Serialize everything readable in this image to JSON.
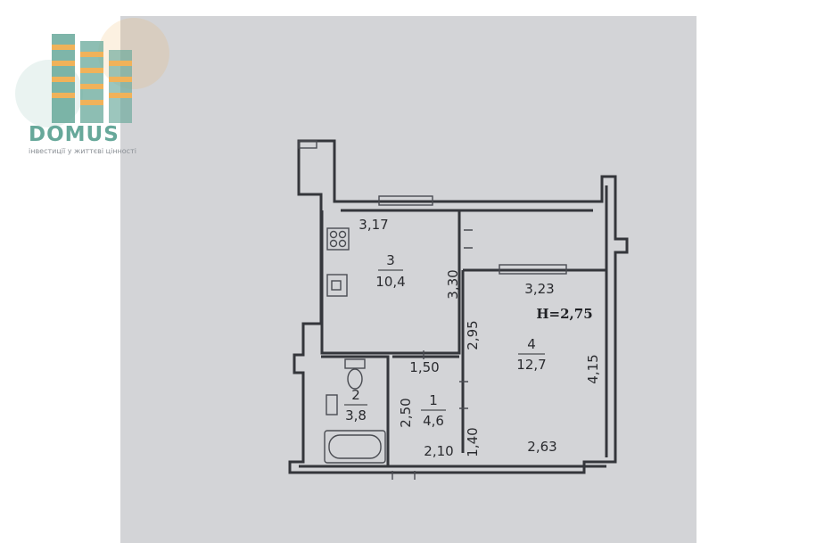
{
  "logo": {
    "brand": "DOMUS",
    "tagline": "інвестиції у життєві цінності",
    "colors": {
      "teal": "#67a89a",
      "orange": "#f0b25a"
    }
  },
  "floor_plan": {
    "ceiling_height": "H=2,75",
    "rooms": [
      {
        "number": "3",
        "area": "10,4"
      },
      {
        "number": "4",
        "area": "12,7"
      },
      {
        "number": "2",
        "area": "3,8"
      },
      {
        "number": "1",
        "area": "4,6"
      }
    ],
    "dimensions": [
      "3,17",
      "3,30",
      "3,23",
      "2,95",
      "4,15",
      "1,50",
      "2,50",
      "1,40",
      "2,10",
      "2,63"
    ],
    "fixtures": [
      "stove-icon",
      "sink-icon",
      "toilet-icon",
      "washbasin-icon",
      "bathtub-icon"
    ]
  }
}
